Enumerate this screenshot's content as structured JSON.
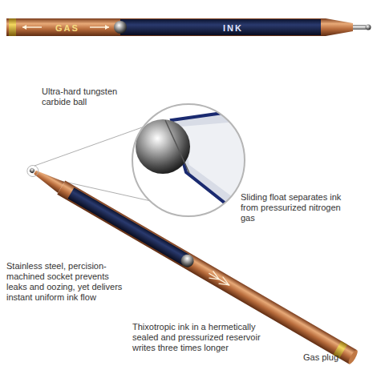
{
  "diagram": {
    "nodes": [
      {
        "text": [
          "GAS"
        ]
      },
      {
        "text": [
          "INK"
        ]
      }
    ],
    "labels": [
      "Ultra-hard tungsten carbide ball",
      "Sliding float separates ink from pressurized nitrogen gas",
      "Stainless steel, percision-machined socket prevents leaks and oozing, yet delivers instant uniform ink flow",
      "Thixotropic ink in a hermetically sealed and pressurized reservoir writes three times longer",
      "Gas plug"
    ]
  }
}
